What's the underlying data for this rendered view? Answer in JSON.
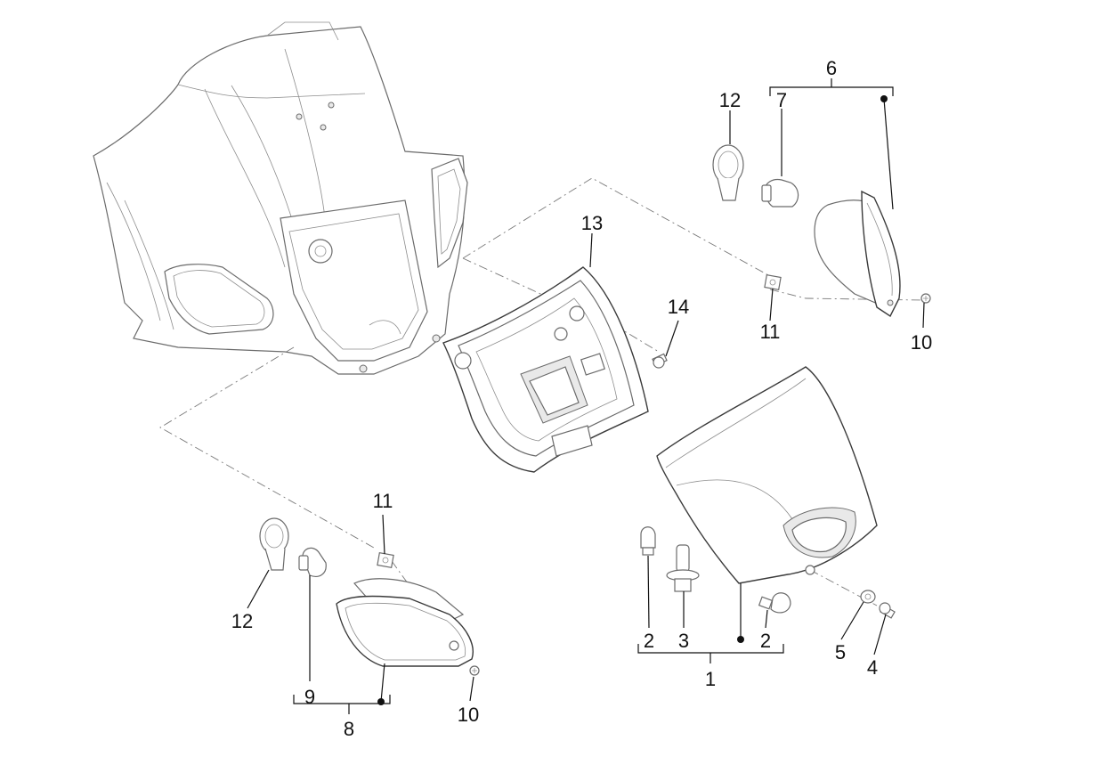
{
  "callouts": {
    "c1": "1",
    "c2a": "2",
    "c2b": "2",
    "c3": "3",
    "c4": "4",
    "c5": "5",
    "c6": "6",
    "c7": "7",
    "c8": "8",
    "c9": "9",
    "c10a": "10",
    "c10b": "10",
    "c11a": "11",
    "c11b": "11",
    "c12a": "12",
    "c12b": "12",
    "c13": "13",
    "c14": "14"
  }
}
